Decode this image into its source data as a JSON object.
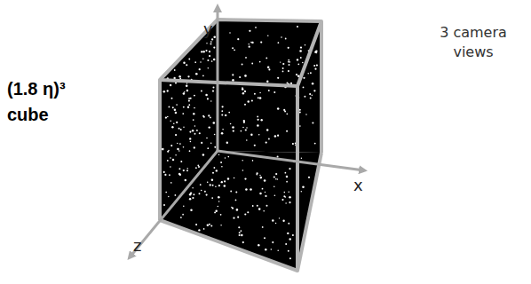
{
  "diagram": {
    "labels": [
      "y",
      "x",
      "z",
      "(1.8 η)³ cube",
      "3 camera views"
    ]
  }
}
